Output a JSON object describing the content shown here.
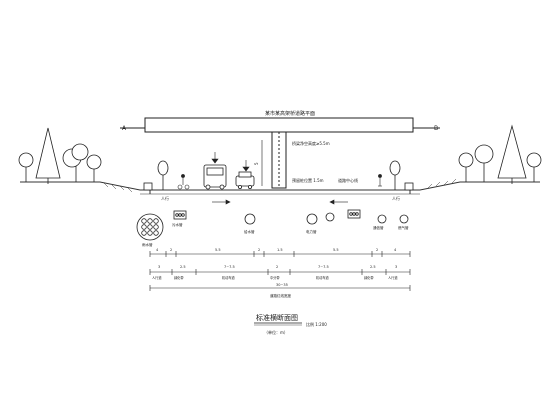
{
  "drawing": {
    "bridge_label": "某市某高架桥道路平面",
    "left_end_mark": "A",
    "right_end_mark": "B",
    "clearance_note": "桥梁净空高度≥5.5m",
    "pier_label": "预留桩位置 1.5m",
    "centerline_label": "道路中心线",
    "pier_dim": "5",
    "left_lane_mark": "人行",
    "right_lane_mark": "人行",
    "zone_labels": [
      "人行道",
      "绿化带",
      "机动车道",
      "绿化带",
      "机动车道",
      "人行道"
    ],
    "utility_labels": [
      "雨水管",
      "污水管",
      "给水管",
      "电力管",
      "通信管",
      "燃气管"
    ],
    "dim_row1": [
      "4",
      "2",
      "5.5",
      "2",
      "1.5",
      "5.5",
      "2",
      "4"
    ],
    "dim_row2": [
      "3",
      "2.5",
      "7~7.5",
      "2",
      "7~7.5",
      "2.5",
      "3"
    ],
    "dim_row2_labels": [
      "人行道",
      "绿化带",
      "机动车道",
      "中分带",
      "机动车道",
      "绿化带",
      "人行道"
    ],
    "total_dim": "30~35",
    "total_label": "道路红线宽度",
    "title": "标准横断面图",
    "subtitle": "（单位：m）",
    "scale_note": "比例 1:200"
  },
  "colors": {
    "line": "#222222",
    "ground": "#333333"
  }
}
